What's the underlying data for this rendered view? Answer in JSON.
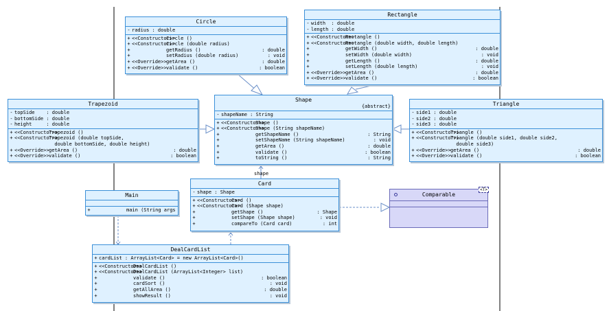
{
  "classes": {
    "circle": {
      "name": "Circle",
      "fields": [
        {
          "vis": "-",
          "text": "radius : double"
        }
      ],
      "methods": [
        {
          "vis": "+",
          "ster": "<<Constructor>>",
          "sig": "Circle ()",
          "type": ""
        },
        {
          "vis": "+",
          "ster": "<<Constructor>>",
          "sig": "Circle (double radius)",
          "type": ""
        },
        {
          "vis": "+",
          "ster": "",
          "sig": "getRadius ()",
          "type": ": double"
        },
        {
          "vis": "+",
          "ster": "",
          "sig": "setRadius (double radius)",
          "type": ": void"
        },
        {
          "vis": "+",
          "ster": "<<Override>>",
          "sig": "getArea ()",
          "type": ": double"
        },
        {
          "vis": "+",
          "ster": "<<Override>>",
          "sig": "validate ()",
          "type": ": boolean"
        }
      ]
    },
    "rectangle": {
      "name": "Rectangle",
      "fields": [
        {
          "vis": "-",
          "text": "width  : double"
        },
        {
          "vis": "-",
          "text": "length : double"
        }
      ],
      "methods": [
        {
          "vis": "+",
          "ster": "<<Constructor>>",
          "sig": "Rectangle ()",
          "type": ""
        },
        {
          "vis": "+",
          "ster": "<<Constructor>>",
          "sig": "Rectangle (double width, double length)",
          "type": ""
        },
        {
          "vis": "+",
          "ster": "",
          "sig": "getWidth ()",
          "type": ": double"
        },
        {
          "vis": "+",
          "ster": "",
          "sig": "setWidth (double width)",
          "type": ": void"
        },
        {
          "vis": "+",
          "ster": "",
          "sig": "getLength ()",
          "type": ": double"
        },
        {
          "vis": "+",
          "ster": "",
          "sig": "setLength (double length)",
          "type": ": void"
        },
        {
          "vis": "+",
          "ster": "<<Override>>",
          "sig": "getArea ()",
          "type": ": double"
        },
        {
          "vis": "+",
          "ster": "<<Override>>",
          "sig": "validate ()",
          "type": ": boolean"
        }
      ]
    },
    "trapezoid": {
      "name": "Trapezoid",
      "fields": [
        {
          "vis": "-",
          "text": "topSide    : double"
        },
        {
          "vis": "-",
          "text": "bottomSide : double"
        },
        {
          "vis": "-",
          "text": "height     : double"
        }
      ],
      "methods": [
        {
          "vis": "+",
          "ster": "<<Constructor>>",
          "sig": "Trapezoid ()",
          "type": ""
        },
        {
          "vis": "+",
          "ster": "<<Constructor>>",
          "sig": "Trapezoid (double topSide,",
          "type": ""
        },
        {
          "vis": "",
          "ster": "",
          "sig": "  double bottomSide, double height)",
          "type": ""
        },
        {
          "vis": "+",
          "ster": "<<Override>>",
          "sig": "getArea ()",
          "type": ": double"
        },
        {
          "vis": "+",
          "ster": "<<Override>>",
          "sig": "validate ()",
          "type": ": boolean"
        }
      ]
    },
    "shape": {
      "name": "Shape",
      "stereotype": "{abstract}",
      "fields": [
        {
          "vis": "-",
          "text": "shapeName : String"
        }
      ],
      "methods": [
        {
          "vis": "+",
          "ster": "<<Constructor>>",
          "sig": "Shape ()",
          "type": ""
        },
        {
          "vis": "+",
          "ster": "<<Constructor>>",
          "sig": "Shape (String shapeName)",
          "type": ""
        },
        {
          "vis": "+",
          "ster": "",
          "sig": "getShapeName ()",
          "type": ": String"
        },
        {
          "vis": "+",
          "ster": "",
          "sig": "setShapeName (String shapeName)",
          "type": ": void"
        },
        {
          "vis": "+",
          "ster": "",
          "sig": "getArea ()",
          "type": ": double"
        },
        {
          "vis": "+",
          "ster": "",
          "sig": "validate ()",
          "type": ": boolean"
        },
        {
          "vis": "+",
          "ster": "",
          "sig": "toString ()",
          "type": ": String"
        }
      ]
    },
    "triangle": {
      "name": "Triangle",
      "fields": [
        {
          "vis": "-",
          "text": "side1 : double"
        },
        {
          "vis": "-",
          "text": "side2 : double"
        },
        {
          "vis": "-",
          "text": "side3 : double"
        }
      ],
      "methods": [
        {
          "vis": "+",
          "ster": "<<Constructor>>",
          "sig": "Triangle ()",
          "type": ""
        },
        {
          "vis": "+",
          "ster": "<<Constructor>>",
          "sig": "Triangle (double side1, double side2,",
          "type": ""
        },
        {
          "vis": "",
          "ster": "",
          "sig": "  double side3)",
          "type": ""
        },
        {
          "vis": "+",
          "ster": "<<Override>>",
          "sig": "getArea ()",
          "type": ": double"
        },
        {
          "vis": "+",
          "ster": "<<Override>>",
          "sig": "validate ()",
          "type": ": boolean"
        }
      ]
    },
    "main": {
      "name": "Main",
      "fields": [],
      "methods": [
        {
          "vis": "+",
          "ster": "",
          "sig": "main (String args[]) : void",
          "type": ""
        }
      ]
    },
    "card": {
      "name": "Card",
      "fields": [
        {
          "vis": "-",
          "text": "shape : Shape"
        }
      ],
      "methods": [
        {
          "vis": "+",
          "ster": "<<Constructor>>",
          "sig": "Card ()",
          "type": ""
        },
        {
          "vis": "+",
          "ster": "<<Constructor>>",
          "sig": "Card (Shape shape)",
          "type": ""
        },
        {
          "vis": "+",
          "ster": "",
          "sig": "getShape ()",
          "type": ": Shape"
        },
        {
          "vis": "+",
          "ster": "",
          "sig": "setShape (Shape shape)",
          "type": ": void"
        },
        {
          "vis": "+",
          "ster": "",
          "sig": "compareTo (Card card)",
          "type": ": int"
        }
      ]
    },
    "dealcardlist": {
      "name": "DealCardList",
      "fields": [
        {
          "vis": "+",
          "text": "cardList : ArrayList<Card> = new ArrayList<Card>()"
        }
      ],
      "methods": [
        {
          "vis": "+",
          "ster": "<<Constructor>>",
          "sig": "DealCardList ()",
          "type": ""
        },
        {
          "vis": "+",
          "ster": "<<Constructor>>",
          "sig": "DealCardList (ArrayList<Integer> list)",
          "type": ""
        },
        {
          "vis": "+",
          "ster": "",
          "sig": "validate ()",
          "type": ": boolean"
        },
        {
          "vis": "+",
          "ster": "",
          "sig": "cardSort ()",
          "type": ": void"
        },
        {
          "vis": "+",
          "ster": "",
          "sig": "getAllArea ()",
          "type": ": double"
        },
        {
          "vis": "+",
          "ster": "",
          "sig": "showResult ()",
          "type": ": void"
        }
      ]
    }
  },
  "interface": {
    "name": "Comparable",
    "type_param": "<T>"
  },
  "association_label": "shape",
  "colors": {
    "border": "#3a8fd8",
    "fill": "#dff1ff",
    "interface_fill": "#d8d8f8",
    "line": "#6a8fc8"
  }
}
